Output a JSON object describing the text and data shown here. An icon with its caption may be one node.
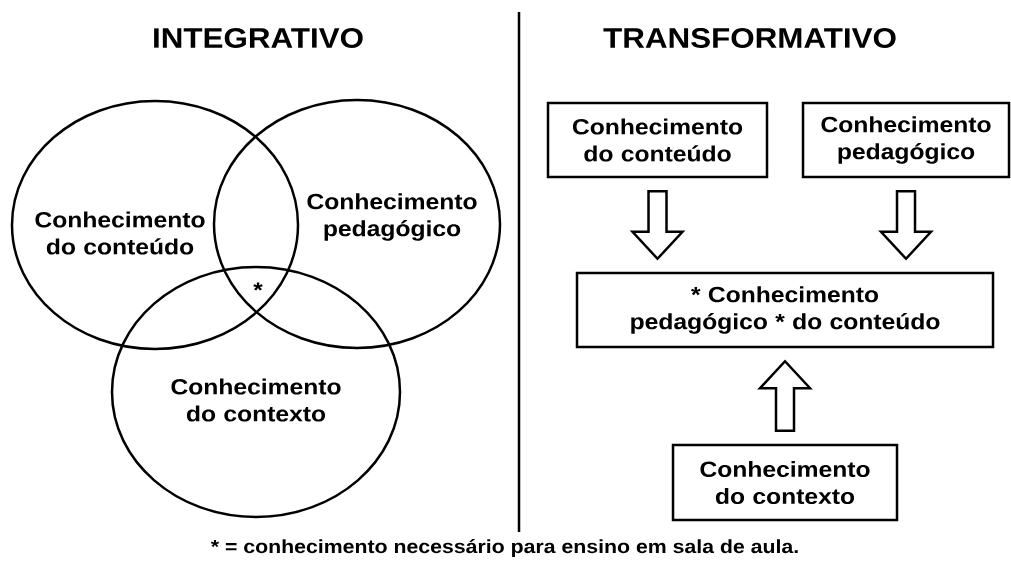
{
  "diagram": {
    "caption": "* = conhecimento necessário para ensino em sala de aula.",
    "nodes": [
      {
        "text": [
          "Conhecimento do conteúdo"
        ]
      },
      {
        "text": [
          "Conhecimento pedagógico"
        ]
      },
      {
        "text": [
          "Conhecimento do contexto"
        ]
      },
      {
        "text": [
          "Conhecimento do conteúdo"
        ]
      },
      {
        "text": [
          "Conhecimento pedagógico"
        ]
      },
      {
        "text": [
          "* Conhecimento pedagógico * do conteúdo"
        ]
      },
      {
        "text": [
          "Conhecimento do contexto"
        ]
      }
    ],
    "edges": [
      {
        "from": 3,
        "to": 5,
        "arrow": "to"
      },
      {
        "from": 4,
        "to": 5,
        "arrow": "to"
      },
      {
        "from": 6,
        "to": 5,
        "arrow": "to"
      }
    ],
    "labels": [
      "INTEGRATIVO",
      "TRANSFORMATIVO",
      "*"
    ]
  }
}
